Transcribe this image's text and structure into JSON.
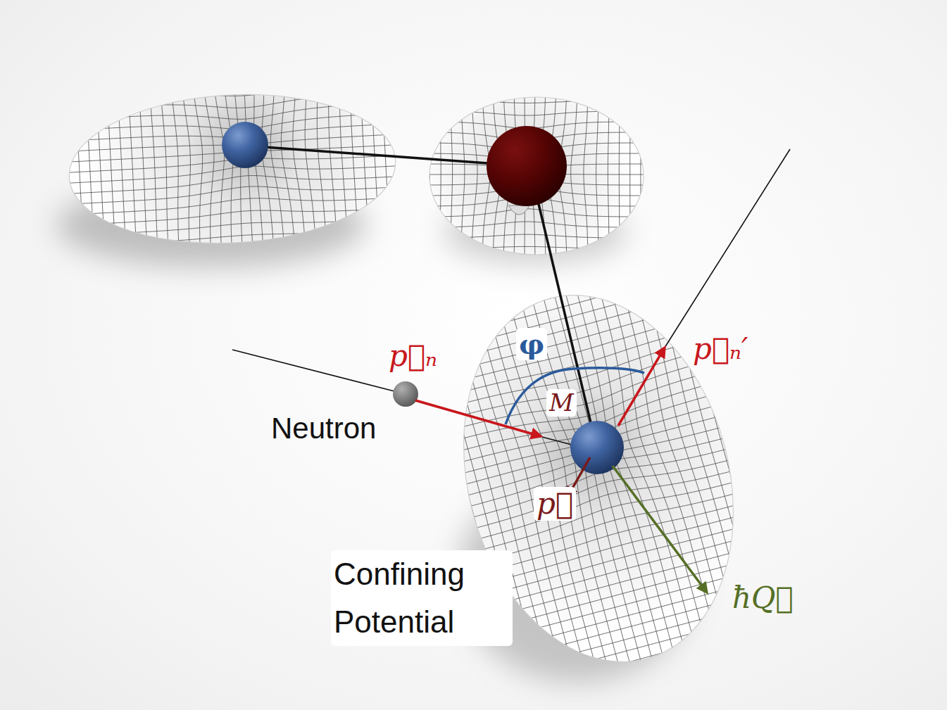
{
  "diagram": {
    "labels": [
      "p⃗ₙ",
      "φ",
      "M",
      "p⃗ₙ′",
      "Neutron",
      "p⃗",
      "Confining Potential",
      "ħQ⃗"
    ]
  }
}
